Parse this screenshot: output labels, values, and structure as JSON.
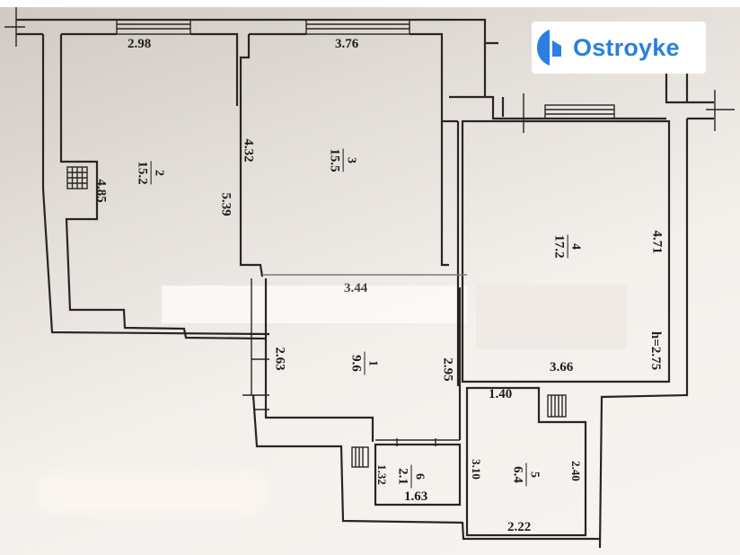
{
  "logo": {
    "text": "Ostroyke",
    "color": "#2b7fe0"
  },
  "rooms": [
    {
      "number": "1",
      "area": "9.6"
    },
    {
      "number": "2",
      "area": "15.2"
    },
    {
      "number": "3",
      "area": "15.5"
    },
    {
      "number": "4",
      "area": "17.2"
    },
    {
      "number": "5",
      "area": "6.4"
    },
    {
      "number": "6",
      "area": "2.1"
    }
  ],
  "dimensions": {
    "room2_top": "2.98",
    "room2_side": "4.85",
    "room2_right": "5.39",
    "room3_top": "3.76",
    "room3_left": "4.32",
    "room4_right": "4.71",
    "room4_bottom": "3.66",
    "ceiling_height": "h=2.75",
    "room1_top": "3.44",
    "room1_left": "2.63",
    "room1_right": "2.95",
    "room5_top": "1.40",
    "room5_left": "3.10",
    "room5_right": "2.40",
    "room5_bottom": "2.22",
    "room6_left": "1.32",
    "room6_bottom": "1.63"
  }
}
